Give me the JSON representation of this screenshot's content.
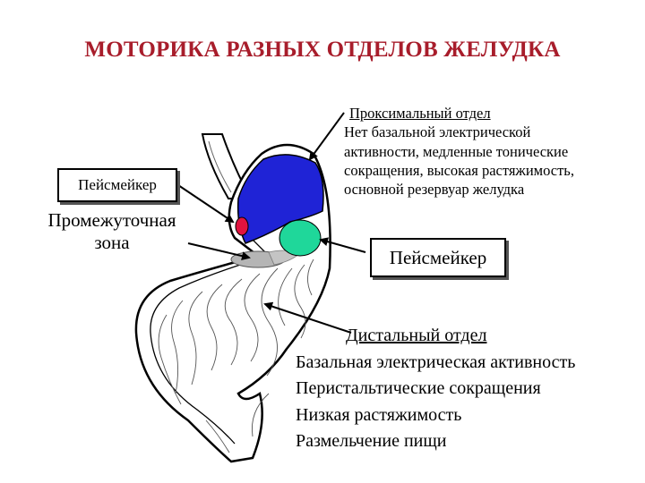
{
  "title": "МОТОРИКА РАЗНЫХ ОТДЕЛОВ ЖЕЛУДКА",
  "label_pacemaker_left": "Пейсмейкер",
  "label_intermediate": [
    "Промежуточная",
    "зона"
  ],
  "proximal": {
    "heading": "Проксимальный отдел",
    "lines": [
      "Нет базальной электрической",
      "активности, медленные тонические",
      "сокращения, высокая растяжимость,",
      "основной резервуар желудка"
    ]
  },
  "label_pacemaker_right": "Пейсмейкер",
  "distal": {
    "heading": "Дистальный отдел",
    "lines": [
      "Базальная электрическая активность",
      "Перистальтические сокращения",
      "Низкая растяжимость",
      "Размельчение пищи"
    ]
  },
  "colors": {
    "title": "#a81d2b",
    "fundus": "#1f23d6",
    "pacemaker_node": "#e0133f",
    "green_zone": "#1fd79a",
    "gray_zone": "#b5b5b5"
  }
}
